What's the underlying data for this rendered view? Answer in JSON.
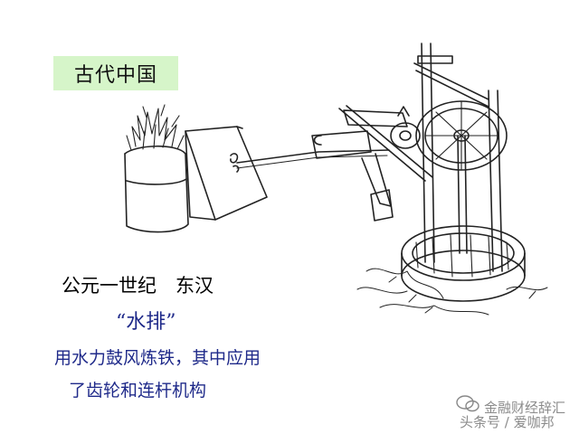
{
  "title": "古代中国",
  "era": "公元一世纪　东汉",
  "name": "“水排”",
  "description": {
    "line1": "用水力鼓风炼铁，其中应用",
    "line2": "了齿轮和连杆机构"
  },
  "watermark": {
    "line1": "金融财经辞汇",
    "line2": "头条号 / 爱咖邦",
    "logo_icon": "wechat-bubbles-icon"
  },
  "colors": {
    "title_bg": "#d6f5c9",
    "caption_blue": "#1f2a8a",
    "line": "#222222"
  }
}
